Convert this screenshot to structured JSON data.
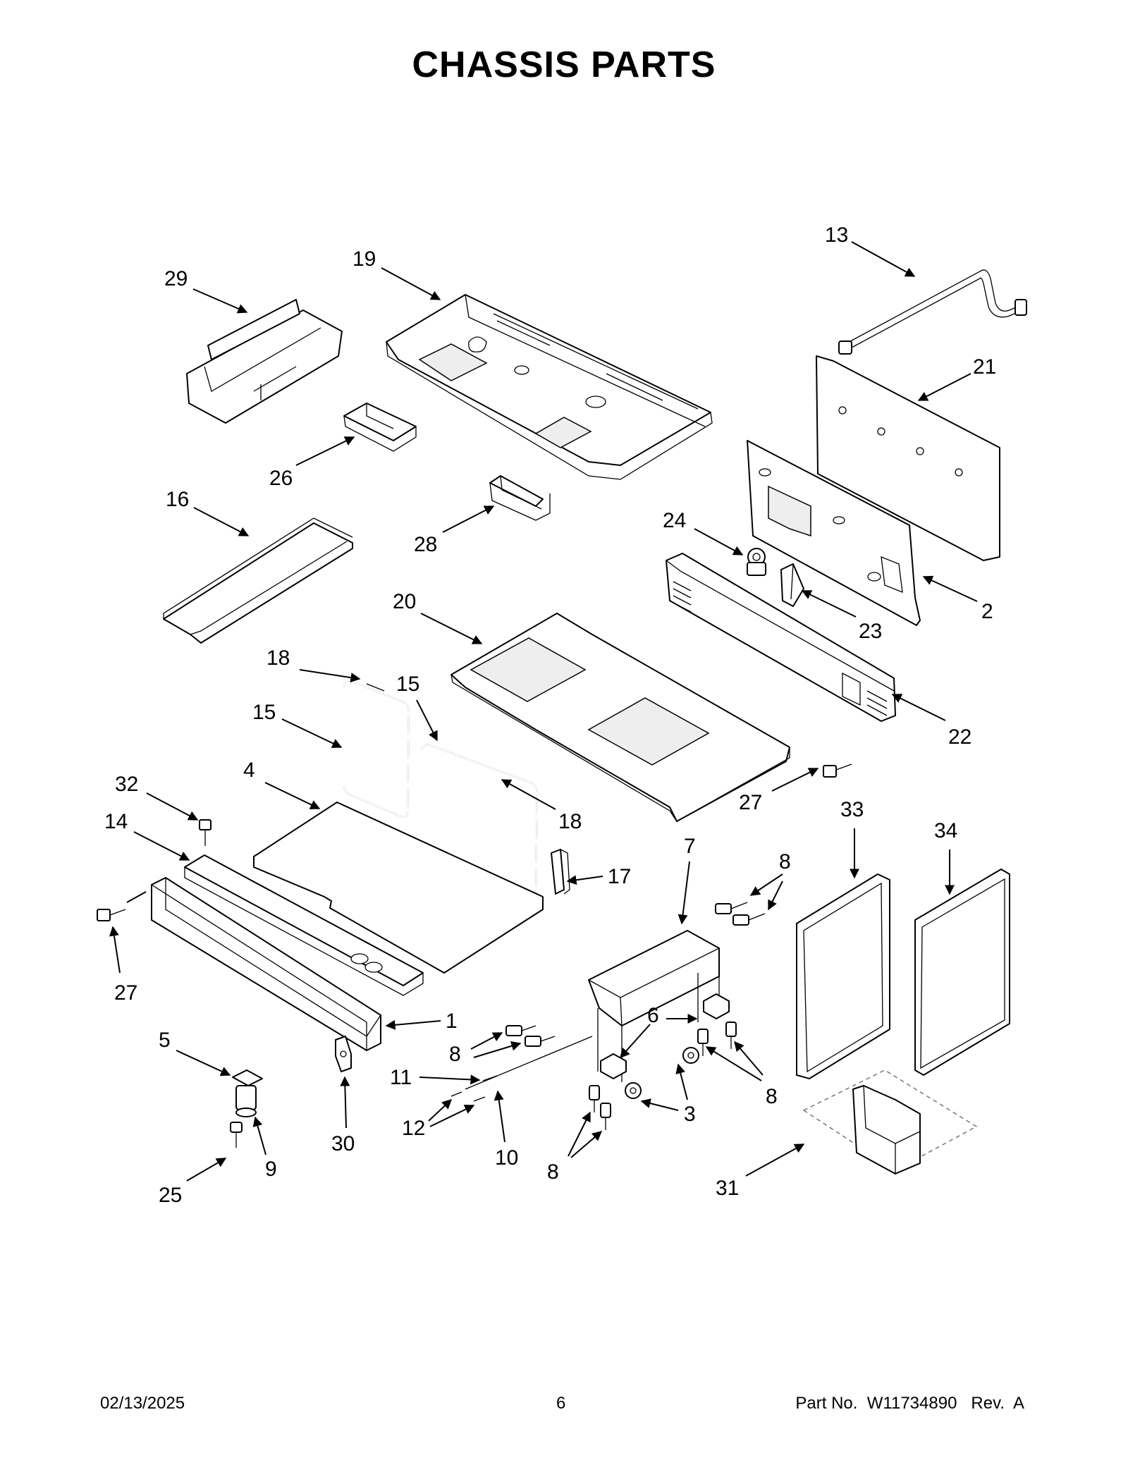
{
  "title": "CHASSIS PARTS",
  "footer": {
    "date": "02/13/2025",
    "page": "6",
    "part_number": "Part No.  W11734890   Rev.  A"
  },
  "callouts": {
    "c29": "29",
    "c19": "19",
    "c13": "13",
    "c21": "21",
    "c26": "26",
    "c28": "28",
    "c16": "16",
    "c24": "24",
    "c2": "2",
    "c23": "23",
    "c20": "20",
    "c22": "22",
    "c18a": "18",
    "c15a": "15",
    "c15b": "15",
    "c18b": "18",
    "c4": "4",
    "c27a": "27",
    "c32": "32",
    "c14": "14",
    "c17": "17",
    "c33": "33",
    "c34": "34",
    "c7": "7",
    "c8a": "8",
    "c27b": "27",
    "c1": "1",
    "c5": "5",
    "c6": "6",
    "c8b": "8",
    "c11": "11",
    "c8c": "8",
    "c3": "3",
    "c12": "12",
    "c30": "30",
    "c9": "9",
    "c10": "10",
    "c8d": "8",
    "c25": "25",
    "c31": "31"
  }
}
